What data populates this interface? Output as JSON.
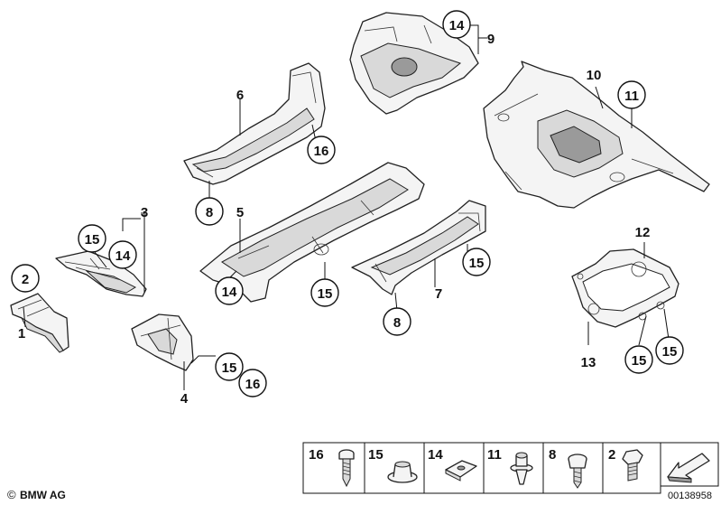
{
  "diagram": {
    "callouts": {
      "c1": "1",
      "c2": "2",
      "c3": "3",
      "c4": "4",
      "c5": "5",
      "c6": "6",
      "c7": "7",
      "c8a": "8",
      "c8b": "8",
      "c9": "9",
      "c10": "10",
      "c11": "11",
      "c12": "12",
      "c13": "13",
      "c14a": "14",
      "c14b": "14",
      "c14c": "14",
      "c15a": "15",
      "c15b": "15",
      "c15c": "15",
      "c15d": "15",
      "c15e": "15",
      "c15f": "15",
      "c16a": "16",
      "c16b": "16"
    },
    "legend": [
      {
        "label": "16",
        "icon": "screw-icon"
      },
      {
        "label": "15",
        "icon": "nut-icon"
      },
      {
        "label": "14",
        "icon": "clip-nut-icon"
      },
      {
        "label": "11",
        "icon": "expanding-rivet-icon"
      },
      {
        "label": "8",
        "icon": "collar-screw-icon"
      },
      {
        "label": "2",
        "icon": "hex-bolt-icon"
      },
      {
        "label": "",
        "icon": "direction-arrow-icon"
      }
    ],
    "brand": "BMW AG",
    "image_number": "00138958"
  }
}
